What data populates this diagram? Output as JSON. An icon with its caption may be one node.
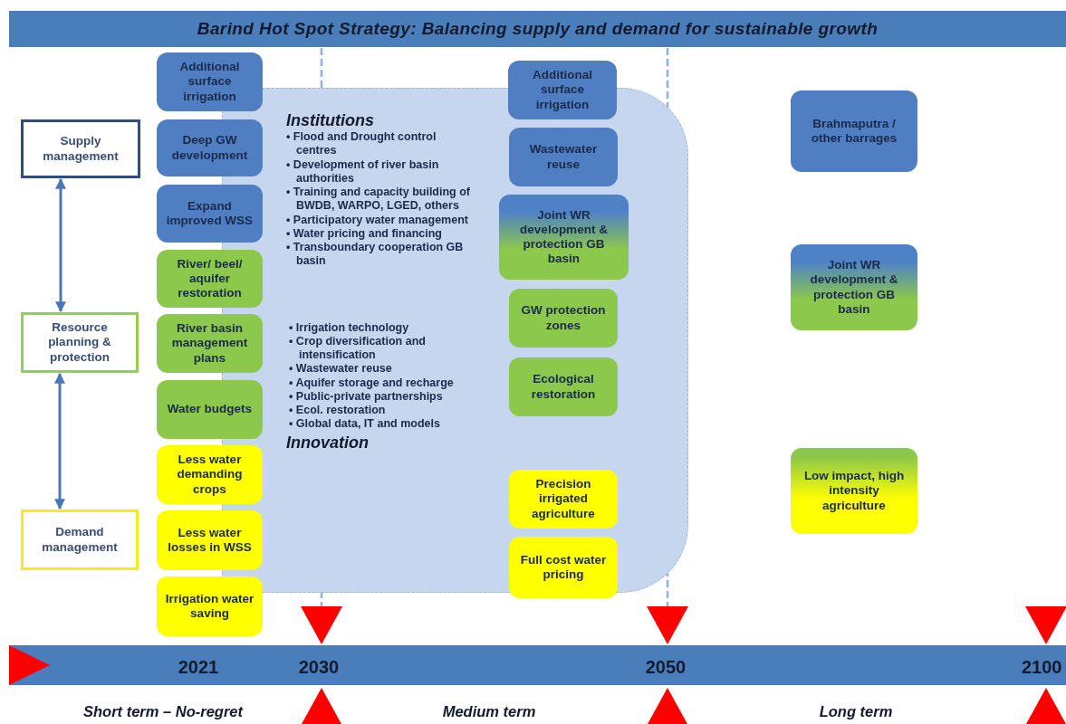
{
  "diagram": {
    "title": "Barind Hot Spot Strategy: Balancing supply and demand for sustainable growth",
    "nodes": [
      {
        "text": [
          "Supply management"
        ]
      },
      {
        "text": [
          "Resource planning & protection"
        ]
      },
      {
        "text": [
          "Demand management"
        ]
      },
      {
        "text": [
          "Institutions",
          "• Flood and Drought control centres",
          "• Development of river basin authorities",
          "• Training and capacity building of BWDB, WARPO, LGED, others",
          "• Participatory water management",
          "• Water pricing and financing",
          "• Transboundary cooperation GB basin",
          "• Irrigation technology",
          "• Crop diversification and intensification",
          "• Wastewater reuse",
          "• Aquifer storage and recharge",
          "• Public-private partnerships",
          "• Ecol. restoration",
          "• Global data, IT and models",
          "Innovation"
        ]
      },
      {
        "text": [
          "Additional surface irrigation"
        ]
      },
      {
        "text": [
          "Deep GW development"
        ]
      },
      {
        "text": [
          "Expand improved WSS"
        ]
      },
      {
        "text": [
          "River/ beel/ aquifer restoration"
        ]
      },
      {
        "text": [
          "River basin management plans"
        ]
      },
      {
        "text": [
          "Water budgets"
        ]
      },
      {
        "text": [
          "Less water demanding crops"
        ]
      },
      {
        "text": [
          "Less water losses in WSS"
        ]
      },
      {
        "text": [
          "Irrigation water saving"
        ]
      },
      {
        "text": [
          "Additional surface irrigation"
        ]
      },
      {
        "text": [
          "Wastewater reuse"
        ],
        "in": 3
      },
      {
        "text": [
          "Joint WR development & protection GB basin"
        ],
        "in": 3
      },
      {
        "text": [
          "GW protection zones"
        ],
        "in": 3
      },
      {
        "text": [
          "Ecological restoration"
        ],
        "in": 3
      },
      {
        "text": [
          "Precision irrigated agriculture"
        ],
        "in": 3
      },
      {
        "text": [
          "Full cost water pricing"
        ],
        "in": 3
      },
      {
        "text": [
          "Brahmaputra / other barrages"
        ]
      },
      {
        "text": [
          "Joint WR development & protection GB basin"
        ]
      },
      {
        "text": [
          "Low impact, high intensity agriculture"
        ]
      }
    ],
    "edges": [
      {
        "from": 0,
        "to": 1,
        "arrow": "both"
      },
      {
        "from": 1,
        "to": 2,
        "arrow": "both"
      }
    ],
    "labels": [
      "2021",
      "2030",
      "2050",
      "2100",
      "Short term – No-regret",
      "Medium term",
      "Long term"
    ]
  }
}
